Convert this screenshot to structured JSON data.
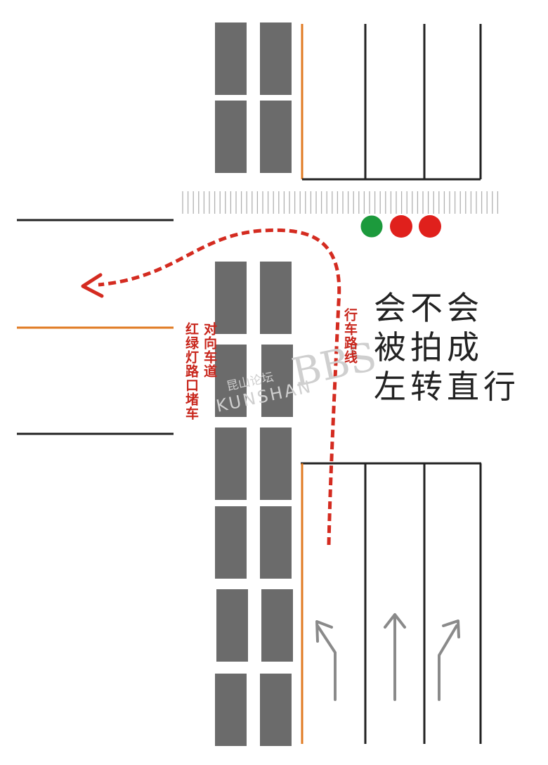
{
  "title": "会不会被拍成左转直行",
  "question_lines": [
    "会不会",
    "被拍成",
    "左转直行"
  ],
  "labels": {
    "route": "行车路线",
    "oncoming_lane": "对向车道",
    "jam": "红绿灯路口堵车"
  },
  "watermark": {
    "line1": "昆山论坛",
    "line2": "KUNSHAN",
    "line3": "BBS"
  },
  "traffic_light": [
    "green",
    "red",
    "red"
  ],
  "lane_arrows": [
    "left-turn-arrow",
    "straight-arrow",
    "right-turn-arrow"
  ],
  "colors": {
    "road_line": "#222222",
    "center_line": "#e07a22",
    "vehicle": "#6b6b6b",
    "route": "#d42b20",
    "label_red": "#c8261c",
    "signal_green": "#1c9a3c",
    "signal_red": "#e0201c",
    "arrow_gray": "#8a8a8a",
    "crosswalk": "#b0b0b0"
  }
}
